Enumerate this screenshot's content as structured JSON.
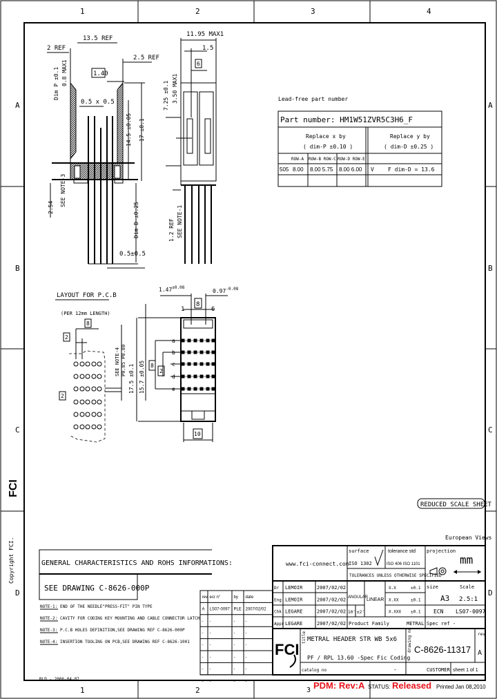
{
  "frame": {
    "columns": [
      "1",
      "2",
      "3",
      "4"
    ],
    "rows": [
      "A",
      "B",
      "C",
      "D"
    ],
    "copyright": "Copyright FCI.",
    "logo_text": "FCI"
  },
  "side_view": {
    "dim_13_5": "13.5 REF",
    "dim_2_ref": "2 REF",
    "dim_2_5_ref": "2.5 REF",
    "dim_1_40": "1.40",
    "dim_chamfer": "0.5 x 0.5",
    "dim_p": "Dim P ±0.1",
    "dim_0_8": "0.8 MAX1",
    "dim_14_5": "14.5 ±0.05",
    "dim_17": "17 ±0.1",
    "dim_2_54": "2.54",
    "note3_ref": "SEE NOTE-3",
    "dim_d": "Dim D ±0.25",
    "dim_0_5": "0.5±0.5"
  },
  "front_view": {
    "dim_width": "11.95 MAX1",
    "dim_1_5": "1.5",
    "dim_6": "6",
    "dim_7_25": "7.25 ±0.1",
    "dim_3_50": "3.50 MAX1",
    "dim_1_2": "1.2 REF",
    "note1_ref": "SEE NOTE-1"
  },
  "pcb_layout": {
    "title": "LAYOUT FOR P.C.B",
    "subtitle": "(PER 12mm LENGTH)",
    "dim_8": "8",
    "dim_2": "2"
  },
  "bottom_view": {
    "dim_1_47": "1.47",
    "dim_1_47_tol": "±0.08",
    "dim_0_97": "0.97",
    "dim_0_97_tol": "-0.08",
    "dim_8": "8",
    "col_first": "1",
    "col_last": "6",
    "dim_17_5": "17.5 ±0.1",
    "dim_15_7": "15.7 ±0.05",
    "note4_ref": "SEE NOTE-4",
    "note4_sub": "P0.85 P0.80",
    "dim_8_v": "8",
    "dim_2_v": "2",
    "dim_10": "10",
    "row_labels": [
      "a",
      "b",
      "c",
      "d",
      "e"
    ]
  },
  "part_table": {
    "caption": "Lead-free part number",
    "part_number": "Part number: HM1W51ZVR5C3H6_F",
    "replace_x_title": "Replace x by",
    "replace_x_sub": "( dim-P ±0.10 )",
    "replace_y_title": "Replace y by",
    "replace_y_sub": "( dim-D ±0.25 )",
    "sub_headers": [
      "ROW-A",
      "ROW-B ROW-C",
      "ROW-D ROW-E"
    ],
    "row": {
      "code": "505",
      "a": "8.00",
      "bc": "8.00  5.75",
      "de": "8.00  6.00",
      "y_code": "V",
      "y_value": "F dim-D = 13.6"
    }
  },
  "general": {
    "heading": "GENERAL CHARACTERISTICS AND ROHS INFORMATIONS:",
    "see_drawing": "SEE DRAWING C-8626-000P",
    "notes": [
      {
        "label": "NOTE-1:",
        "text": "END OF THE NEEDLE\"PRESS-FIT\" PIN TYPE"
      },
      {
        "label": "NOTE-2:",
        "text": "CAVITY FOR CODING KEY MOUNTING AND CABLE CONNECTOR LATCH"
      },
      {
        "label": "NOTE-3:",
        "text": "P.C.B HOLES DEFINITION,SEE DRAWING REF C-8626-000P"
      },
      {
        "label": "NOTE-4:",
        "text": "INSERTION TOOLING ON PCB,SEE DRAWING REF C-8626-1001"
      }
    ]
  },
  "revision_table": {
    "headers": [
      "rev",
      "ecr n°",
      "by",
      "date"
    ],
    "rows": [
      [
        "A",
        "LS07-0097",
        "PLE",
        "2007/02/02"
      ],
      [
        "-",
        "-",
        "-",
        "-"
      ],
      [
        "-",
        "-",
        "-",
        "-"
      ],
      [
        "-",
        "-",
        "-",
        "-"
      ],
      [
        "-",
        "-",
        "-",
        "-"
      ],
      [
        "-",
        "-",
        "-",
        "-"
      ],
      [
        "-",
        "-",
        "-",
        "-"
      ]
    ]
  },
  "title_block": {
    "reduced_scale": "REDUCED SCALE SHEET",
    "european_views": "European Views",
    "website": "www.fci-connect.com",
    "surface_label": "surface",
    "surface_std": "ISO 1302",
    "tolerance_label": "tolerance std",
    "tolerance_std": "ISO 406  ISO 1101",
    "tolerances_note": "TOLERANCES UNLESS OTHERWISE SPECIFIED",
    "projection_label": "projection",
    "unit": "mm",
    "people": [
      {
        "role": "Dr",
        "name": "LEMOIR",
        "date": "2007/02/02"
      },
      {
        "role": "Eng",
        "name": "LEMOIR",
        "date": "2007/02/02"
      },
      {
        "role": "Chk",
        "name": "LEGARE",
        "date": "2007/02/02"
      },
      {
        "role": "Appr",
        "name": "LEGARE",
        "date": "2007/02/02"
      }
    ],
    "angular_label": "ANGULAR",
    "angular_values": [
      "10'",
      "±2'"
    ],
    "linear_label": "LINEAR",
    "linear_rows": [
      [
        "X.X",
        "±0.1"
      ],
      [
        "X.XX",
        "±0.1"
      ],
      [
        "X.XXX",
        "±0.1"
      ]
    ],
    "size_label": "size",
    "size": "A3",
    "scale_label": "Scale",
    "scale": "2.5:1",
    "ecn_label": "ECN",
    "ecn": "LS07-0097",
    "product_family_label": "Product Family",
    "product_family": "METRAL",
    "spec_ref": "Spec ref  -",
    "title_label": "title",
    "title_line1": "METRAL HEADER STR  WB 5x6",
    "title_line2": "PF / RPL 13.60 -Spec Fic Coding",
    "catalog_label": "catalog no",
    "catalog_value": "-",
    "drawing_no_label": "drawing no",
    "drawing_no": "C-8626-11317",
    "rev_label": "rev",
    "rev": "A",
    "customer_label": "CUSTOMER",
    "sheet": "sheet  1 of 1"
  },
  "footer": {
    "left_code": "RLD - 2006-04-07",
    "sheet_marker": "3",
    "pdm_rev": "PDM: Rev:A",
    "status_label": "STATUS:",
    "status": "Released",
    "printed": "Printed Jan 08,2010"
  },
  "colors": {
    "line": "#000000",
    "status_red": "#e8141c",
    "background": "#ffffff"
  }
}
